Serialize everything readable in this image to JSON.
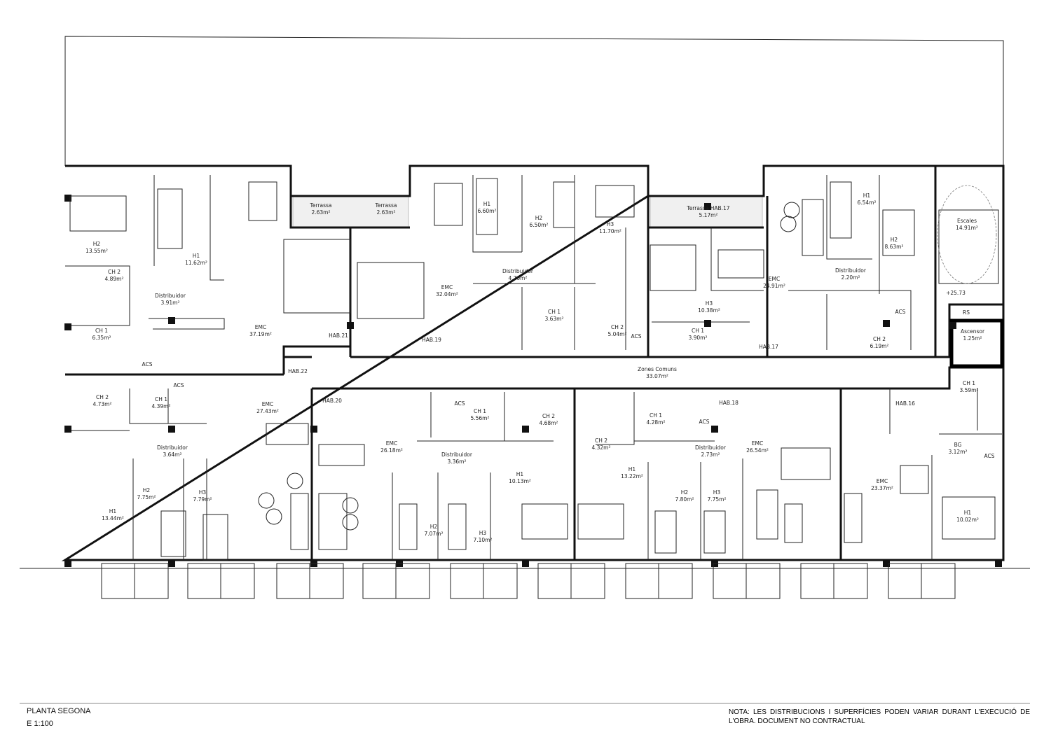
{
  "plan": {
    "title": "PLANTA SEGONA",
    "scale": "E 1:100",
    "note": "NOTA: LES DISTRIBUCIONS I SUPERFÍCIES PODEN VARIAR DURANT L'EXECUCIÓ DE L'OBRA. DOCUMENT NO CONTRACTUAL"
  },
  "rooms": [
    {
      "name": "H2",
      "area": "13.55m²"
    },
    {
      "name": "H1",
      "area": "11.62m²"
    },
    {
      "name": "CH 2",
      "area": "4.89m²"
    },
    {
      "name": "Distribuidor",
      "area": "3.91m²"
    },
    {
      "name": "CH 1",
      "area": "6.35m²"
    },
    {
      "name": "EMC",
      "area": "37.19m²"
    },
    {
      "name": "Terrassa",
      "area": "2.63m²"
    },
    {
      "name": "Terrassa",
      "area": "2.63m²"
    },
    {
      "name": "EMC",
      "area": "32.04m²"
    },
    {
      "name": "H1",
      "area": "6.60m²"
    },
    {
      "name": "H2",
      "area": "6.50m²"
    },
    {
      "name": "H3",
      "area": "11.70m²"
    },
    {
      "name": "Distribuidor",
      "area": "4.70m²"
    },
    {
      "name": "CH 1",
      "area": "3.63m²"
    },
    {
      "name": "CH 2",
      "area": "5.04m²"
    },
    {
      "name": "Terrassa HAB.17",
      "area": "5.17m²"
    },
    {
      "name": "H3",
      "area": "10.38m²"
    },
    {
      "name": "CH 1",
      "area": "3.90m²"
    },
    {
      "name": "EMC",
      "area": "24.91m²"
    },
    {
      "name": "H1",
      "area": "6.54m²"
    },
    {
      "name": "H2",
      "area": "8.63m²"
    },
    {
      "name": "Distribuidor",
      "area": "2.20m²"
    },
    {
      "name": "CH 2",
      "area": "6.19m²"
    },
    {
      "name": "Escales",
      "area": "14.91m²"
    },
    {
      "name": "Ascensor",
      "area": "1.25m²"
    },
    {
      "name": "Zones Comuns",
      "area": "33.07m²"
    },
    {
      "name": "CH 2",
      "area": "4.73m²"
    },
    {
      "name": "CH 1",
      "area": "4.39m²"
    },
    {
      "name": "Distribuidor",
      "area": "3.64m²"
    },
    {
      "name": "H2",
      "area": "7.75m²"
    },
    {
      "name": "H3",
      "area": "7.79m²"
    },
    {
      "name": "H1",
      "area": "13.44m²"
    },
    {
      "name": "EMC",
      "area": "27.43m²"
    },
    {
      "name": "EMC",
      "area": "26.18m²"
    },
    {
      "name": "Distribuidor",
      "area": "3.36m²"
    },
    {
      "name": "CH 1",
      "area": "5.56m²"
    },
    {
      "name": "CH 2",
      "area": "4.68m²"
    },
    {
      "name": "CH 2",
      "area": "4.32m²"
    },
    {
      "name": "H1",
      "area": "10.13m²"
    },
    {
      "name": "H2",
      "area": "7.07m²"
    },
    {
      "name": "H3",
      "area": "7.10m²"
    },
    {
      "name": "H1",
      "area": "13.22m²"
    },
    {
      "name": "CH 1",
      "area": "4.28m²"
    },
    {
      "name": "Distribuidor",
      "area": "2.73m²"
    },
    {
      "name": "H2",
      "area": "7.80m²"
    },
    {
      "name": "H3",
      "area": "7.75m²"
    },
    {
      "name": "EMC",
      "area": "26.54m²"
    },
    {
      "name": "CH 1",
      "area": "3.59m²"
    },
    {
      "name": "BG",
      "area": "3.12m²"
    },
    {
      "name": "EMC",
      "area": "23.37m²"
    },
    {
      "name": "H1",
      "area": "10.02m²"
    }
  ],
  "tags": [
    "HAB.21",
    "HAB.22",
    "HAB.19",
    "HAB.17",
    "HAB.20",
    "HAB.18",
    "HAB.16",
    "ACS",
    "ACS",
    "ACS",
    "ACS",
    "ACS",
    "ACS",
    "ACS",
    "RS",
    "+25.73"
  ]
}
